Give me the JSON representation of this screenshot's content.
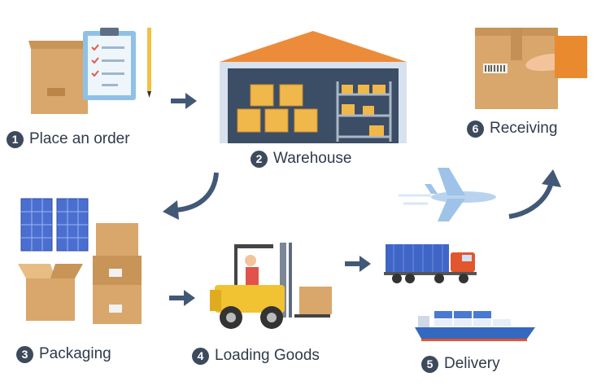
{
  "steps": [
    {
      "number": "1",
      "label": "Place an order"
    },
    {
      "number": "2",
      "label": "Warehouse"
    },
    {
      "number": "3",
      "label": "Packaging"
    },
    {
      "number": "4",
      "label": "Loading Goods"
    },
    {
      "number": "5",
      "label": "Delivery"
    },
    {
      "number": "6",
      "label": "Receiving"
    }
  ],
  "colors": {
    "box": "#d9a66b",
    "box_dark": "#b98548",
    "warehouse_wall": "#3c4d66",
    "roof": "#ec8b3a",
    "solar": "#4a6fd0",
    "truck": "#3f66c7",
    "forklift": "#f1c232",
    "arrow": "#425877",
    "plane": "#b9d3ef",
    "ship_hull": "#3468c1"
  }
}
